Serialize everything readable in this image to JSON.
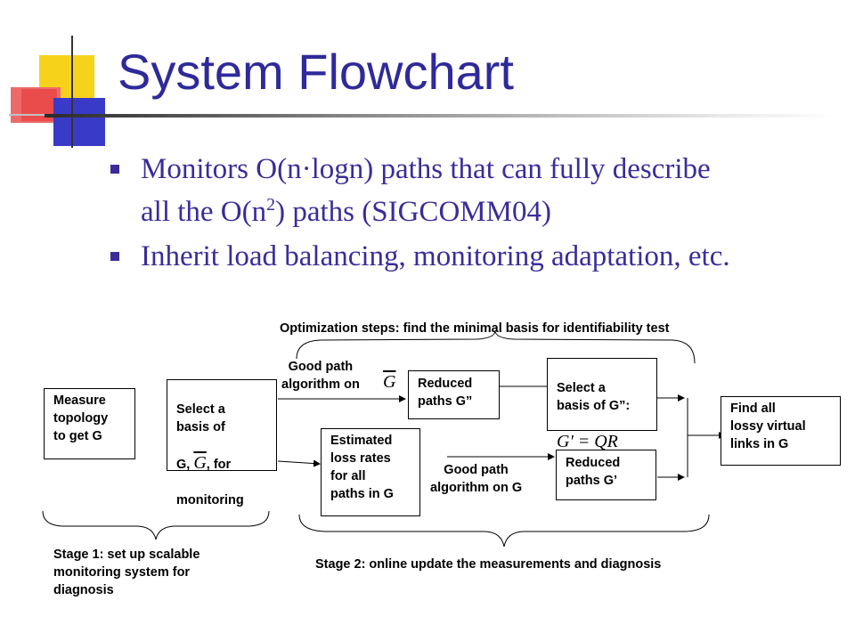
{
  "slide": {
    "title": "System Flowchart"
  },
  "bullets": [
    {
      "line1": "Monitors O(n·logn) paths that can fully describe",
      "line2_prefix": "all the O(n",
      "line2_sup": "2",
      "line2_suffix": ") paths (SIGCOMM04)"
    },
    {
      "line1": "Inherit load balancing, monitoring adaptation, etc."
    }
  ],
  "flow": {
    "optimization_caption": "Optimization steps: find the minimal basis for identifiability test",
    "measure_box": "Measure\ntopology\nto get G",
    "select_basis_box_top": "Select a\nbasis of",
    "select_basis_box_mid_prefix": "G,",
    "select_basis_box_mid_suffix": ", for",
    "select_basis_box_bottom": "monitoring",
    "math_G_bar": "G",
    "good_path_label_1": "Good path\nalgorithm on",
    "reduced_paths_g2": "Reduced\npaths G”",
    "select_basis_g2_line": "Select a\nbasis of G”:",
    "qr_formula": "G' = QR",
    "estimated_box": "Estimated\nloss rates\nfor all\npaths in G",
    "good_path_label_2": "Good path\nalgorithm on G",
    "reduced_paths_g1": "Reduced\npaths G’",
    "find_all_box": "Find all\nlossy virtual\nlinks in G",
    "stage1_caption": "Stage 1: set up scalable\nmonitoring system for\ndiagnosis",
    "stage2_caption": "Stage 2: online update the measurements and diagnosis"
  },
  "colors": {
    "title": "#2e2a9a",
    "bullet_text": "#3a2c9a",
    "deco_yellow": "#f7d21b",
    "deco_red": "#ec4a4a",
    "deco_blue": "#3838c8"
  }
}
